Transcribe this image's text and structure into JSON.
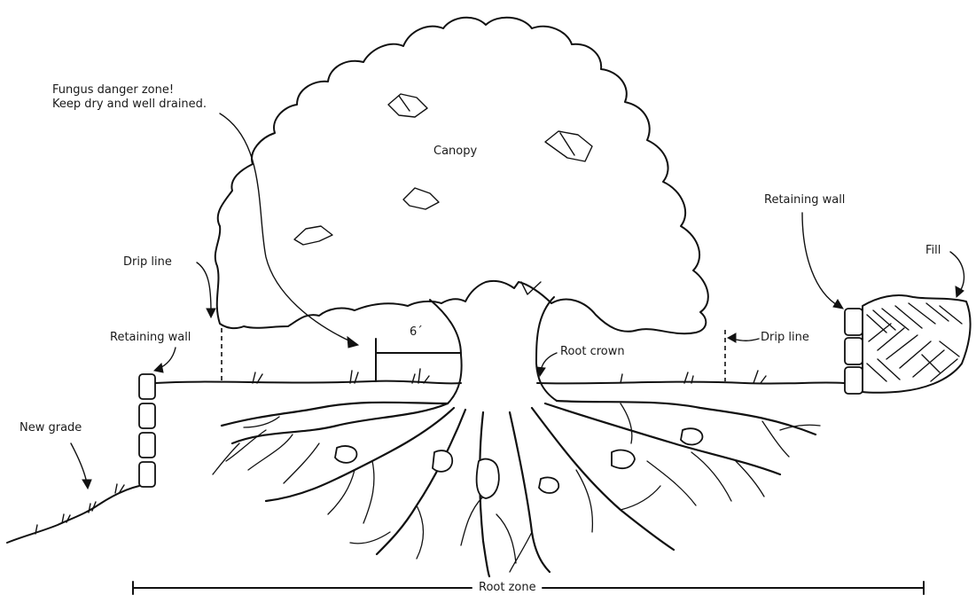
{
  "labels": {
    "fungus_line1": "Fungus danger zone!",
    "fungus_line2": "Keep dry and well drained.",
    "canopy": "Canopy",
    "retaining_wall_right": "Retaining wall",
    "fill": "Fill",
    "drip_line_left": "Drip line",
    "drip_line_right": "Drip line",
    "retaining_wall_left": "Retaining wall",
    "six_feet": "6´",
    "root_crown": "Root crown",
    "new_grade": "New grade",
    "root_zone": "Root zone"
  }
}
